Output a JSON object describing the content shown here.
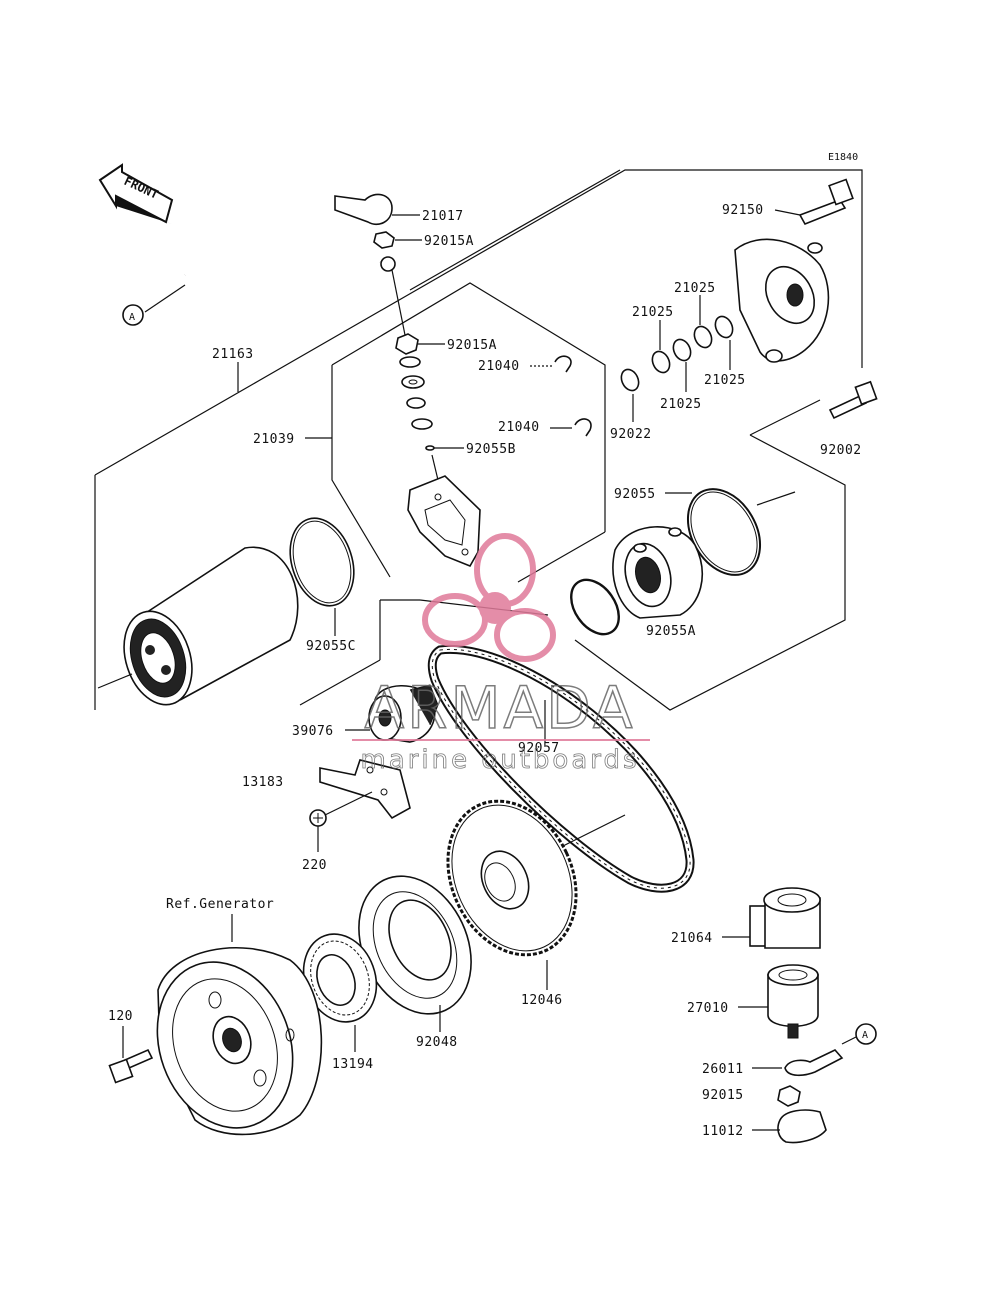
{
  "diagram_code": "E1840",
  "front_label": "FRONT",
  "ref_label": "Ref.Generator",
  "callout_a": "A",
  "watermark": {
    "brand": "ARMADA",
    "tagline": "marine outboards",
    "accent_color": "#e07a9a"
  },
  "parts": {
    "p21017": "21017",
    "p92015A_top": "92015A",
    "p92015A_mid": "92015A",
    "p21163": "21163",
    "p21040_a": "21040",
    "p21040_b": "21040",
    "p21039": "21039",
    "p92055B": "92055B",
    "p92150": "92150",
    "p21025_a": "21025",
    "p21025_b": "21025",
    "p21025_c": "21025",
    "p21025_d": "21025",
    "p92022": "92022",
    "p92002": "92002",
    "p92055": "92055",
    "p92055A": "92055A",
    "p92055C": "92055C",
    "p39076": "39076",
    "p92057": "92057",
    "p13183": "13183",
    "p220": "220",
    "p21064": "21064",
    "p27010": "27010",
    "p26011": "26011",
    "p92015": "92015",
    "p11012": "11012",
    "p120": "120",
    "p13194": "13194",
    "p92048": "92048",
    "p12046": "12046"
  }
}
